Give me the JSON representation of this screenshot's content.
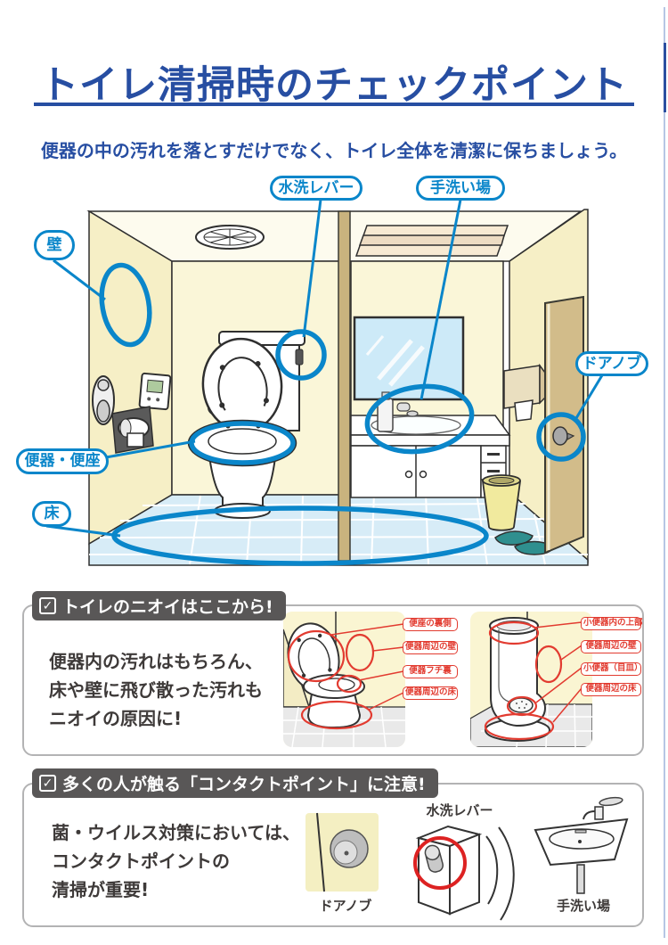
{
  "page": {
    "title": "トイレ清掃時のチェックポイント",
    "subtitle": "便器の中の汚れを落とすだけでなく、トイレ全体を清潔に保ちましょう。"
  },
  "colors": {
    "title_blue": "#274ea2",
    "callout_blue": "#0a86ca",
    "alert_red": "#e23b30",
    "header_gray": "#595757",
    "body_text": "#3e3a39",
    "wall_yellow": "#faf6d8",
    "floor_tile_blue": "#d7ecf7",
    "wood_tan": "#cdb782"
  },
  "diagram": {
    "callouts": [
      {
        "id": "wall",
        "label": "壁"
      },
      {
        "id": "flush-lever",
        "label": "水洗レバー"
      },
      {
        "id": "hand-wash",
        "label": "手洗い場"
      },
      {
        "id": "door-knob",
        "label": "ドアノブ"
      },
      {
        "id": "toilet-seat",
        "label": "便器・便座"
      },
      {
        "id": "floor",
        "label": "床"
      }
    ]
  },
  "section_odor": {
    "check_icon": "✓",
    "header": "トイレのニオイはここから!",
    "body_lines": [
      "便器内の汚れはもちろん、",
      "床や壁に飛び散った汚れも",
      "ニオイの原因に!"
    ],
    "toilet_labels": [
      "便座の裏側",
      "便器周辺の壁",
      "便器フチ裏",
      "便器周辺の床"
    ],
    "urinal_labels": [
      "小便器内の上部",
      "便器周辺の壁",
      "小便器（目皿）",
      "便器周辺の床"
    ]
  },
  "section_contact": {
    "check_icon": "✓",
    "header": "多くの人が触る「コンタクトポイント」に注意!",
    "body_lines": [
      "菌・ウイルス対策においては、",
      "コンタクトポイントの",
      "清掃が重要!"
    ],
    "item_labels": [
      "ドアノブ",
      "水洗レバー",
      "手洗い場"
    ]
  }
}
